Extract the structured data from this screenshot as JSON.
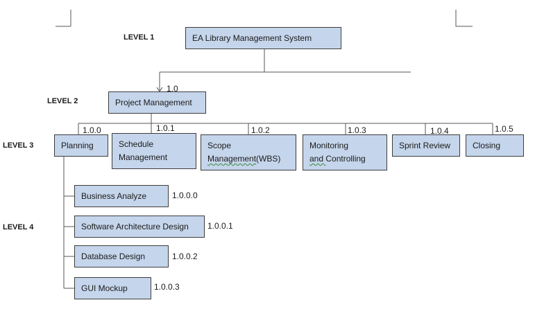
{
  "levels": [
    "LEVEL 1",
    "LEVEL 2",
    "LEVEL 3",
    "LEVEL 4"
  ],
  "root": {
    "label": "EA Library Management System"
  },
  "project": {
    "label": "Project Management",
    "code": "1.0"
  },
  "phases": [
    {
      "label": "Planning",
      "code": "1.0.0"
    },
    {
      "label": "Schedule\nManagement",
      "code": "1.0.1"
    },
    {
      "label_line1": "Scope",
      "label_line2_prefix": "Management",
      "label_line2_suffix": "(WBS)",
      "code": "1.0.2"
    },
    {
      "label_line1": "Monitoring",
      "label_line2_prefix": "and ",
      "label_line2_suffix": "Controlling",
      "code": "1.0.3"
    },
    {
      "label": "Sprint Review",
      "code": "1.0.4"
    },
    {
      "label": "Closing",
      "code": "1.0.5"
    }
  ],
  "planning_tasks": [
    {
      "label": "Business Analyze",
      "code": "1.0.0.0"
    },
    {
      "label": "Software Architecture Design",
      "code": "1.0.0.1"
    },
    {
      "label": "Database Design",
      "code": "1.0.0.2"
    },
    {
      "label": "GUI Mockup",
      "code": "1.0.0.3"
    }
  ]
}
